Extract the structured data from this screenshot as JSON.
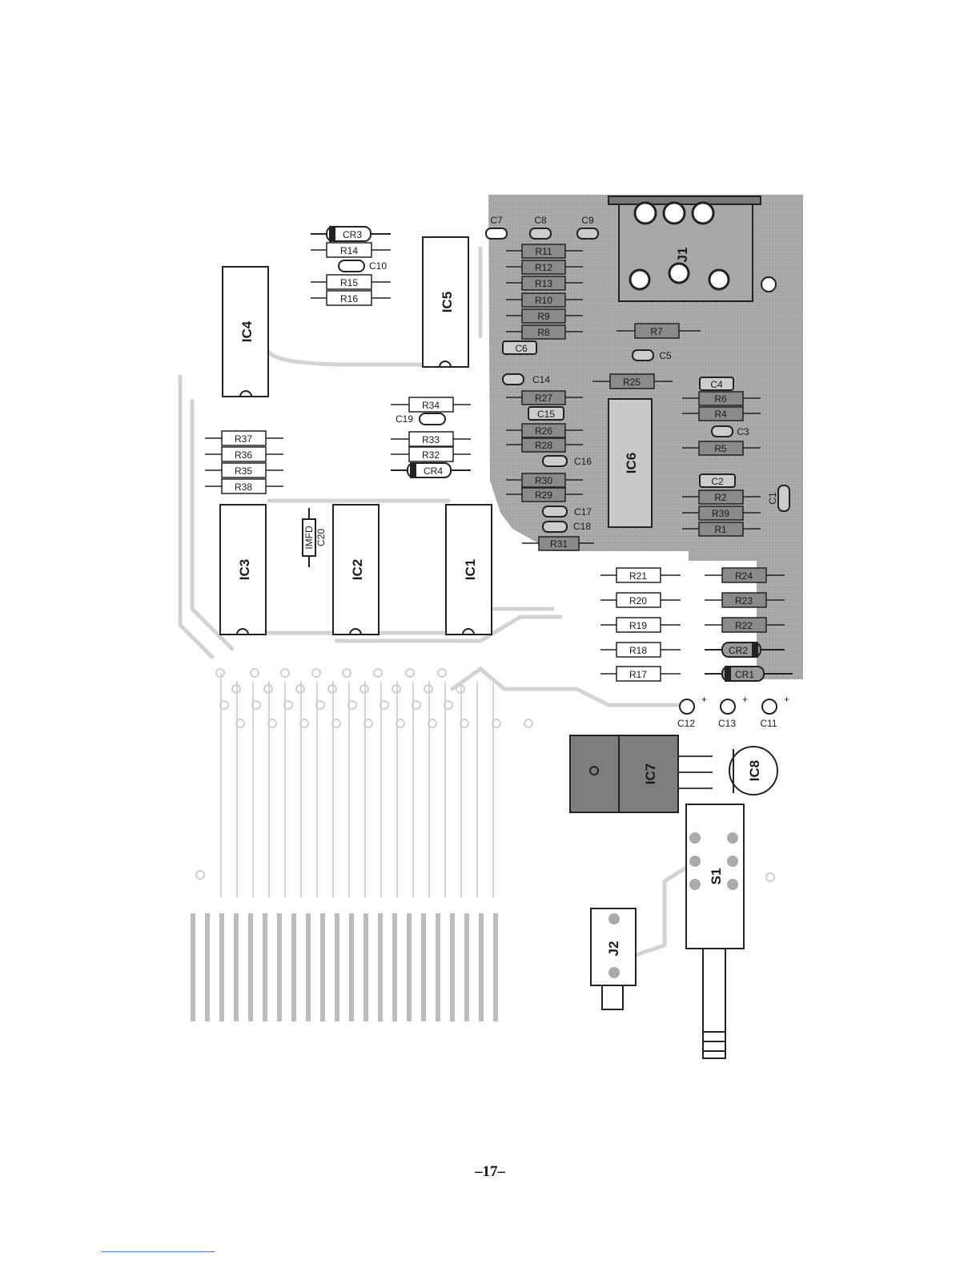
{
  "page": {
    "number": "–17–"
  },
  "components": {
    "ic": {
      "ic1": "IC1",
      "ic2": "IC2",
      "ic3": "IC3",
      "ic4": "IC4",
      "ic5": "IC5",
      "ic6": "IC6",
      "ic7": "IC7",
      "ic8": "IC8"
    },
    "resistors": {
      "r1": "R1",
      "r2": "R2",
      "r4": "R4",
      "r5": "R5",
      "r6": "R6",
      "r7": "R7",
      "r8": "R8",
      "r9": "R9",
      "r10": "R10",
      "r11": "R11",
      "r12": "R12",
      "r13": "R13",
      "r14": "R14",
      "r15": "R15",
      "r16": "R16",
      "r17": "R17",
      "r18": "R18",
      "r19": "R19",
      "r20": "R20",
      "r21": "R21",
      "r22": "R22",
      "r23": "R23",
      "r24": "R24",
      "r25": "R25",
      "r26": "R26",
      "r27": "R27",
      "r28": "R28",
      "r29": "R29",
      "r30": "R30",
      "r31": "R31",
      "r32": "R32",
      "r33": "R33",
      "r34": "R34",
      "r35": "R35",
      "r36": "R36",
      "r37": "R37",
      "r38": "R38",
      "r39": "R39"
    },
    "capacitors": {
      "c1": "C1",
      "c2": "C2",
      "c3": "C3",
      "c4": "C4",
      "c5": "C5",
      "c6": "C6",
      "c7": "C7",
      "c8": "C8",
      "c9": "C9",
      "c10": "C10",
      "c11": "C11",
      "c12": "C12",
      "c13": "C13",
      "c14": "C14",
      "c15": "C15",
      "c16": "C16",
      "c17": "C17",
      "c18": "C18",
      "c19": "C19",
      "c20": "C20"
    },
    "diodes": {
      "cr1": "CR1",
      "cr2": "CR2",
      "cr3": "CR3",
      "cr4": "CR4"
    },
    "connectors": {
      "j1": "J1",
      "j2": "J2"
    },
    "switches": {
      "s1": "S1"
    },
    "notes": {
      "imfd": "IMFD",
      "plus": "+"
    }
  },
  "colors": {
    "shaded_area": "#9a9a9a",
    "trace": "#d6d6d6",
    "ink": "#1a1a1a"
  }
}
